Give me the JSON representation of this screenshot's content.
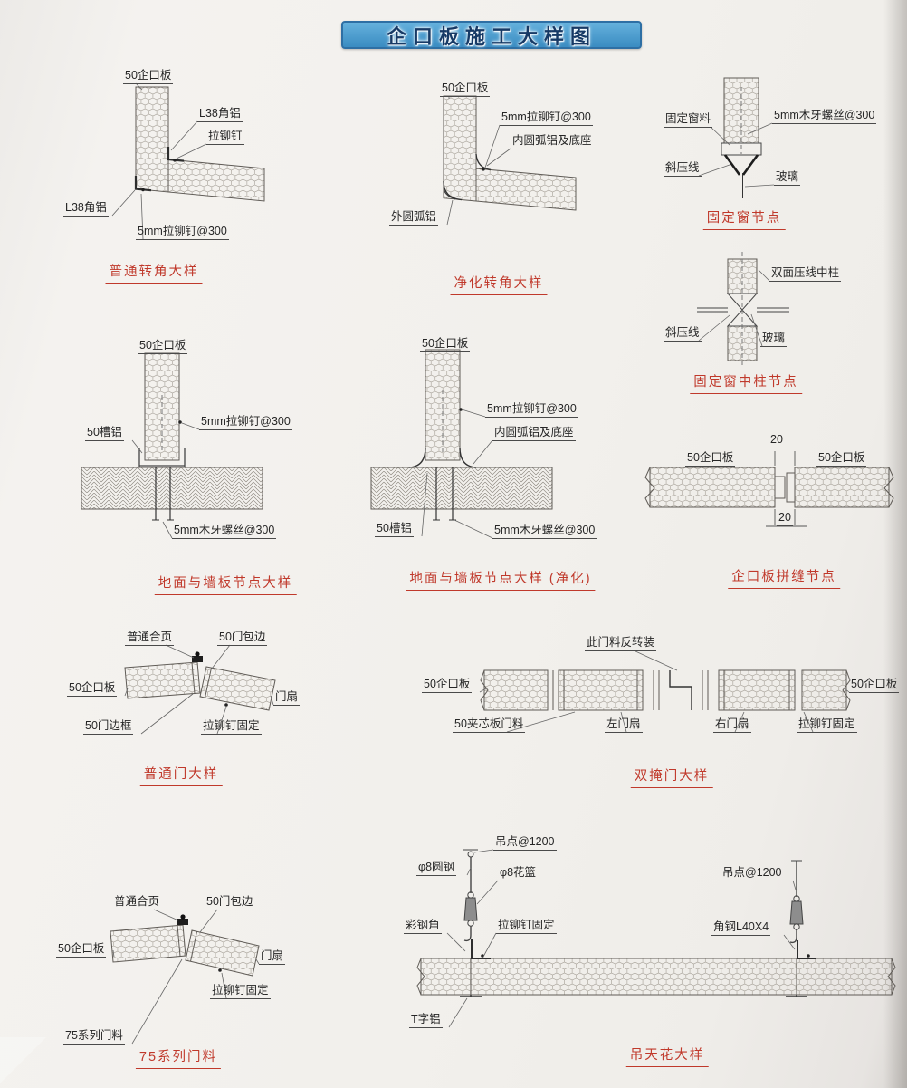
{
  "page": {
    "title": "企口板施工大样图",
    "colors": {
      "banner_bg": "#3f97cf",
      "banner_border": "#2e6fa4",
      "title_red": "#c0392b",
      "paper": "#f2f0ec"
    }
  },
  "diagrams": {
    "d1": {
      "title": "普通转角大样",
      "labels": {
        "panel": "50企口板",
        "angle_top": "L38角铝",
        "rivet": "拉铆钉",
        "angle_left": "L38角铝",
        "rivet_spec": "5mm拉铆钉@300"
      }
    },
    "d2": {
      "title": "净化转角大样",
      "labels": {
        "panel": "50企口板",
        "rivet_spec": "5mm拉铆钉@300",
        "inner_arc": "内圆弧铝及底座",
        "outer_arc": "外圆弧铝"
      }
    },
    "d3": {
      "title": "固定窗节点",
      "labels": {
        "frame": "固定窗料",
        "screw": "5mm木牙螺丝@300",
        "bead": "斜压线",
        "glass": "玻璃"
      }
    },
    "d4": {
      "title": "固定窗中柱节点",
      "labels": {
        "mullion": "双面压线中柱",
        "bead": "斜压线",
        "glass": "玻璃"
      }
    },
    "d5": {
      "title": "地面与墙板节点大样",
      "labels": {
        "panel": "50企口板",
        "rivet_spec": "5mm拉铆钉@300",
        "channel": "50槽铝",
        "screw": "5mm木牙螺丝@300"
      }
    },
    "d6": {
      "title": "地面与墙板节点大样 (净化)",
      "labels": {
        "panel": "50企口板",
        "rivet_spec": "5mm拉铆钉@300",
        "inner_arc": "内圆弧铝及底座",
        "channel": "50槽铝",
        "screw": "5mm木牙螺丝@300"
      }
    },
    "d7": {
      "title": "企口板拼缝节点",
      "labels": {
        "dim_top": "20",
        "panel_left": "50企口板",
        "panel_right": "50企口板",
        "dim_bottom": "20"
      }
    },
    "d8": {
      "title": "普通门大样",
      "labels": {
        "hinge": "普通合页",
        "edge": "50门包边",
        "panel": "50企口板",
        "leaf": "门扇",
        "frame": "50门边框",
        "rivet": "拉铆钉固定"
      }
    },
    "d9": {
      "title": "双掩门大样",
      "labels": {
        "reversed": "此门料反转装",
        "panel_left": "50企口板",
        "panel_right": "50企口板",
        "door_material": "50夹芯板门料",
        "left_leaf": "左门扇",
        "right_leaf": "右门扇",
        "rivet": "拉铆钉固定"
      }
    },
    "d10": {
      "title": "75系列门料",
      "labels": {
        "hinge": "普通合页",
        "edge": "50门包边",
        "panel": "50企口板",
        "leaf": "门扇",
        "rivet": "拉铆钉固定",
        "series": "75系列门料"
      }
    },
    "d11": {
      "title": "吊天花大样",
      "labels": {
        "point_left": "吊点@1200",
        "rod": "φ8圆钢",
        "turnbuckle": "φ8花篮",
        "angle_left": "彩钢角",
        "rivet": "拉铆钉固定",
        "point_right": "吊点@1200",
        "angle_right": "角钢L40X4",
        "tee": "T字铝"
      }
    }
  }
}
